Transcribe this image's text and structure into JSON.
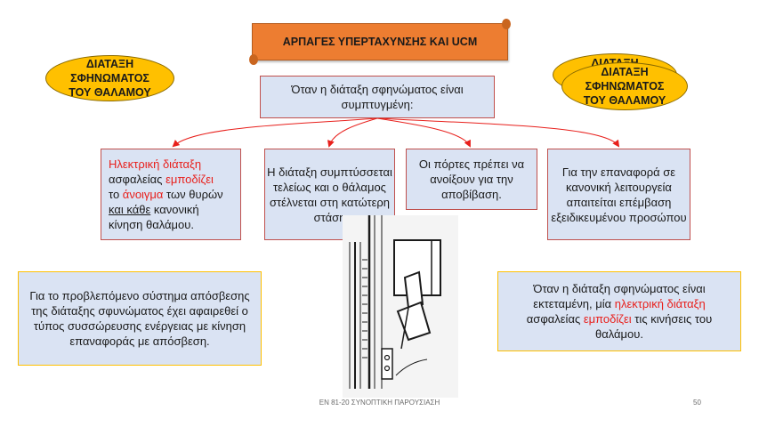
{
  "title": "ΑΡΠΑΓΕΣ ΥΠΕΡΤΑΧΥΝΣΗΣ ΚΑΙ UCM",
  "ellipse_left": {
    "lines": [
      "ΔΙΑΤΑΞΗ",
      "ΣΦΗΝΩΜΑΤΟΣ",
      "ΤΟΥ ΘΑΛΑΜΟΥ"
    ]
  },
  "ellipse_right_back": {
    "line": "ΔΙΑΤΑΞΗ"
  },
  "ellipse_right": {
    "lines": [
      "ΔΙΑΤΑΞΗ",
      "ΣΦΗΝΩΜΑΤΟΣ",
      "ΤΟΥ ΘΑΛΑΜΟΥ"
    ]
  },
  "top_box": "Όταν η διάταξη σφηνώματος είναι συμπτυγμένη:",
  "box_1": {
    "l1a": "Ηλεκτρική διάταξη",
    "l2a": "ασφαλείας ",
    "l2b": "εμποδίζει",
    "l3a": "το ",
    "l3b": "άνοιγμα",
    "l3c": " των θυρών",
    "l4a": "και κάθε",
    "l4b": " κανονική",
    "l5": "κίνηση θαλάμου."
  },
  "box_2": "Η διάταξη συμπτύσσεται τελείως και ο θάλαμος στέλνεται στη κατώτερη στάση",
  "box_3": "Οι πόρτες πρέπει να ανοίξουν για την αποβίβαση.",
  "box_4": "Για την επαναφορά σε κανονική λειτουργεία απαιτείται επέμβαση εξειδικευμένου προσώπου",
  "note_left": "Για το προβλεπόμενο σύστημα απόσβεσης της διάταξης σφυνώματος έχει αφαιρεθεί ο τύπος συσσώρευσης ενέργειας με κίνηση επαναφοράς με απόσβεση.",
  "note_right": {
    "a": "Όταν η διάταξη σφηνώματος είναι εκτεταμένη, μία ",
    "b": "ηλεκτρική διάταξη",
    "c": " ασφαλείας ",
    "d": "εμποδίζει",
    "e": " τις κινήσεις του θαλάμου."
  },
  "footer": "ΕΝ 81-20 ΣΥΝΟΠΤΙΚΗ ΠΑΡΟΥΣΙΑΣΗ",
  "page_number": "50",
  "colors": {
    "accent_orange": "#ed7d31",
    "ellipse_gold": "#ffc000",
    "box_fill": "#dae3f3",
    "red_text": "#e8201c"
  }
}
